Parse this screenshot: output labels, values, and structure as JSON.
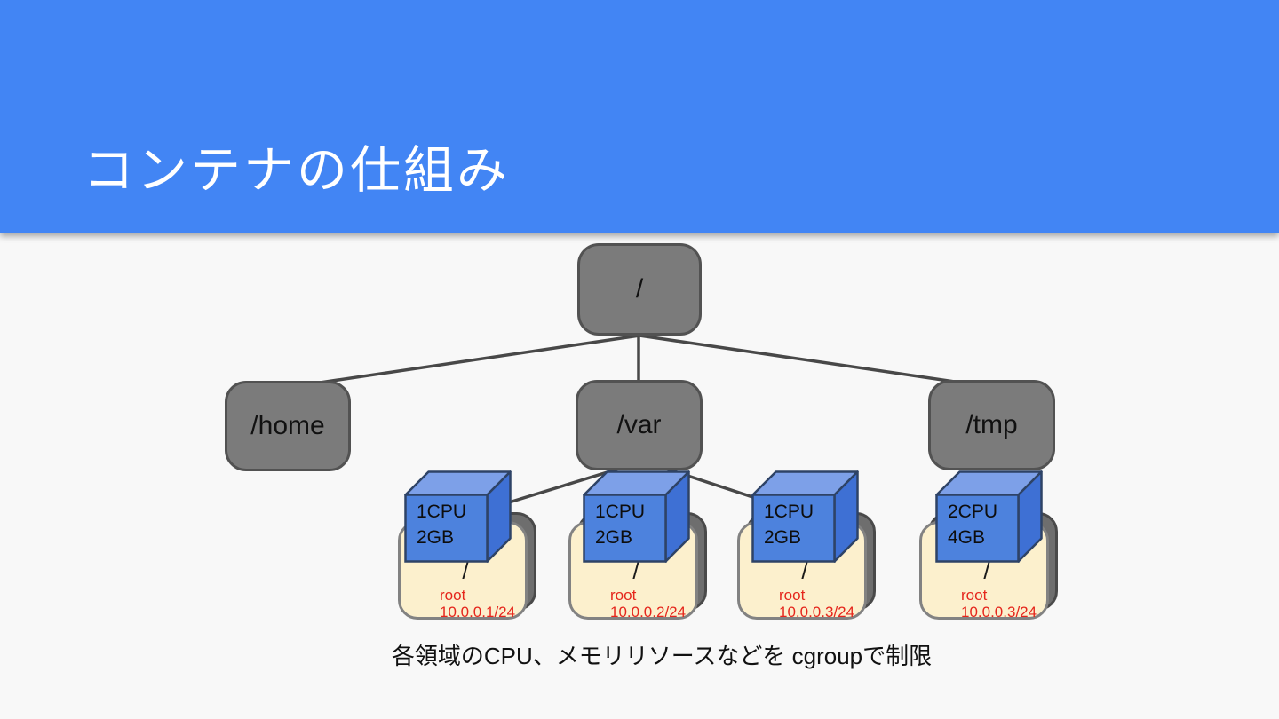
{
  "slide": {
    "title": "コンテナの仕組み",
    "caption": "各領域のCPU、メモリリソースなどを cgroupで制限"
  },
  "tree": {
    "root": {
      "label": "/"
    },
    "children": [
      {
        "label": "/home"
      },
      {
        "label": "/var"
      },
      {
        "label": "/tmp"
      }
    ]
  },
  "containers": [
    {
      "cpu": "1CPU",
      "mem": "2GB",
      "mount": "/",
      "user": "root",
      "ip": "10.0.0.1/24"
    },
    {
      "cpu": "1CPU",
      "mem": "2GB",
      "mount": "/",
      "user": "root",
      "ip": "10.0.0.2/24"
    },
    {
      "cpu": "1CPU",
      "mem": "2GB",
      "mount": "/",
      "user": "root",
      "ip": "10.0.0.3/24"
    },
    {
      "cpu": "2CPU",
      "mem": "4GB",
      "mount": "/",
      "user": "root",
      "ip": "10.0.0.3/24"
    }
  ],
  "colors": {
    "header_blue": "#4285f4",
    "background": "#f8f8f8",
    "node_gray": "#7b7b7b",
    "node_border": "#525252",
    "cube_front": "#4d82dd",
    "cube_top": "#7da0e8",
    "cube_side": "#3e70d4",
    "cube_border": "#2e4366",
    "container_cream": "#fcf0cd",
    "container_border": "#828282",
    "shadow_gray": "#6e6e6e",
    "red_text": "#e5261c",
    "line_color": "#484848"
  }
}
